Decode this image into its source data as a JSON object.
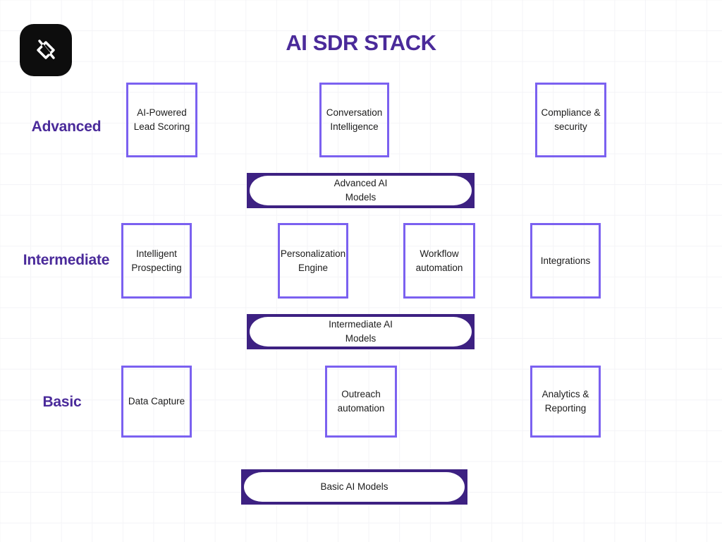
{
  "page": {
    "title": "AI SDR STACK",
    "title_color": "#4a2a9a",
    "background_color": "#ffffff",
    "grid_line_color": "#f4f4f7",
    "box_border_color": "#7b61f0",
    "bar_border_color": "#3d2182",
    "text_color": "#1c1c1c"
  },
  "logo": {
    "name": "app-logo-icon",
    "background_color": "#0d0d0d",
    "mark_color": "#ffffff"
  },
  "tiers": [
    {
      "label": "Advanced",
      "boxes": [
        {
          "label": "AI-Powered\nLead Scoring",
          "line1": "AI-Powered",
          "line2": "Lead Scoring"
        },
        {
          "label": "Conversation\nIntelligence",
          "line1": "Conversation",
          "line2": "Intelligence"
        },
        {
          "label": "Compliance &\nsecurity",
          "line1": "Compliance &",
          "line2": "security"
        }
      ],
      "bar": {
        "line1": "Advanced AI",
        "line2": "Models"
      }
    },
    {
      "label": "Intermediate",
      "boxes": [
        {
          "label": "Intelligent\nProspecting",
          "line1": "Intelligent",
          "line2": "Prospecting"
        },
        {
          "label": "Personalization\nEngine",
          "line1": "Personalization",
          "line2": "Engine"
        },
        {
          "label": "Workflow\nautomation",
          "line1": "Workflow",
          "line2": "automation"
        },
        {
          "label": "Integrations",
          "line1": "Integrations",
          "line2": ""
        }
      ],
      "bar": {
        "line1": "Intermediate AI",
        "line2": "Models"
      }
    },
    {
      "label": "Basic",
      "boxes": [
        {
          "label": "Data Capture",
          "line1": "Data Capture",
          "line2": ""
        },
        {
          "label": "Outreach\nautomation",
          "line1": "Outreach",
          "line2": "automation"
        },
        {
          "label": "Analytics &\nReporting",
          "line1": "Analytics &",
          "line2": "Reporting"
        }
      ],
      "bar": {
        "line1": "Basic AI Models",
        "line2": ""
      }
    }
  ]
}
